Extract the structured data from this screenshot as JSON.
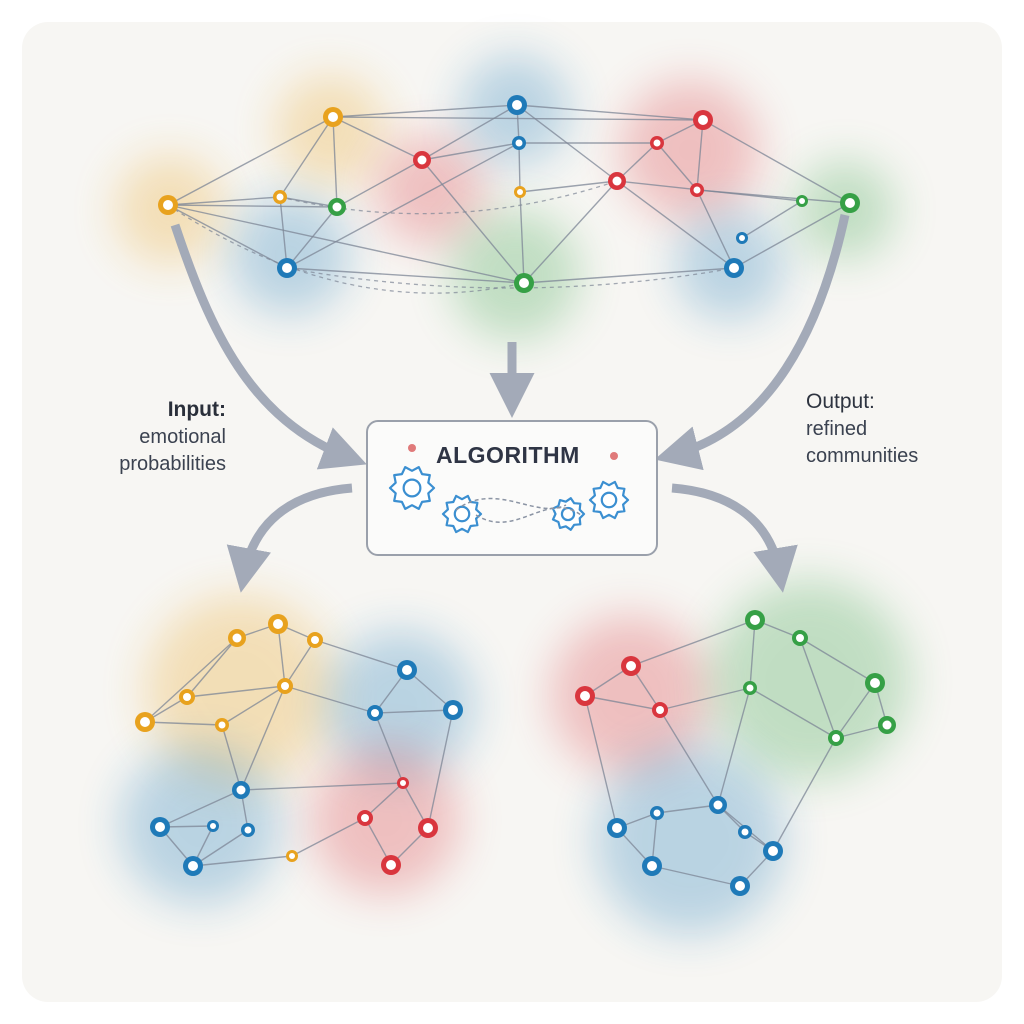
{
  "labels": {
    "input_title": "Input:",
    "input_line1": "emotional",
    "input_line2": "probabilities",
    "output_title": "Output:",
    "output_line1": "refined",
    "output_line2": "communities",
    "algorithm": "ALGORITHM"
  },
  "colors": {
    "orange": "#e8a21e",
    "blue": "#1f7ab8",
    "red": "#d9363e",
    "green": "#36a046",
    "arrow": "#a3aab8",
    "edge": "#7d8696",
    "gear": "#3b8fd1"
  },
  "icons": [
    "gear-icon",
    "curved-arrow-icon",
    "network-node-icon"
  ]
}
